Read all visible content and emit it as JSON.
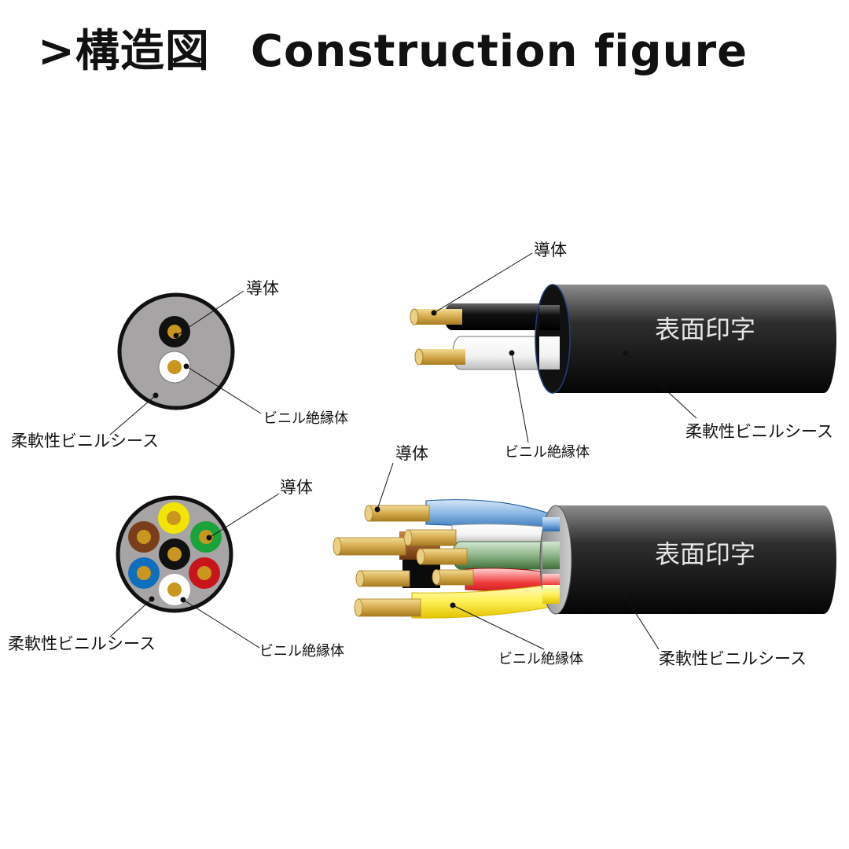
{
  "title": {
    "prefix": ">",
    "ja": "構造図",
    "en": "Construction figure"
  },
  "labels": {
    "conductor": "導体",
    "insulation": "ビニル絶縁体",
    "sheath": "柔軟性ビニルシース",
    "surface_print": "表面印字"
  },
  "colors": {
    "sheath_grey": "#a7a4a6",
    "copper": "#c9961f",
    "jacket_black": "#1a1a1a",
    "core_colors_7": [
      "#f2e600",
      "#7a3f1a",
      "#1aa33a",
      "#0f6fbd",
      "#111111",
      "#c8141b",
      "#ffffff"
    ]
  }
}
